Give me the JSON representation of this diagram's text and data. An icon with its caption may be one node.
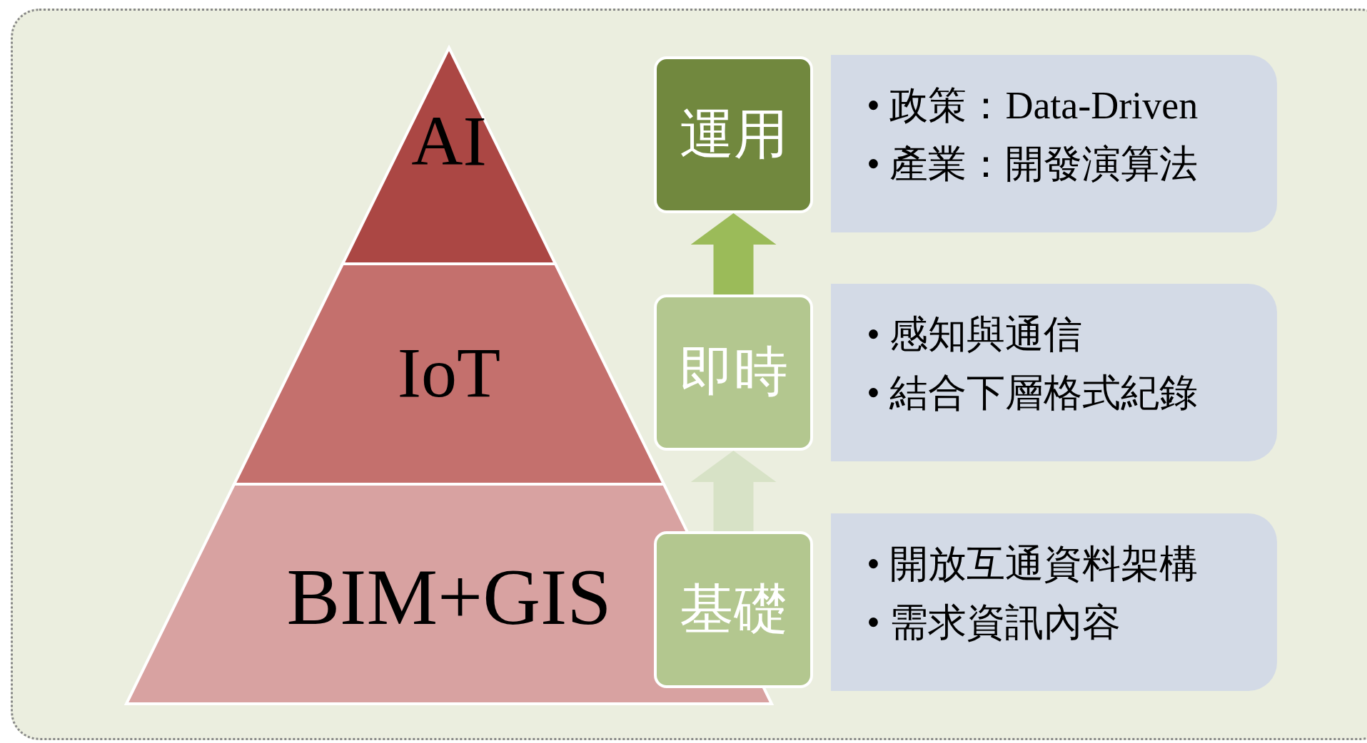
{
  "diagram": {
    "nodes": [
      {
        "text": [
          "AI"
        ]
      },
      {
        "text": [
          "IoT"
        ]
      },
      {
        "text": [
          "BIM+GIS"
        ]
      },
      {
        "text": [
          "運用"
        ]
      },
      {
        "text": [
          "• 政策：Data-Driven",
          "• 產業：開發演算法"
        ]
      },
      {
        "text": [
          "即時"
        ]
      },
      {
        "text": [
          "• 感知與通信",
          "• 結合下層格式紀錄"
        ]
      },
      {
        "text": [
          "基礎"
        ]
      },
      {
        "text": [
          "• 開放互通資料架構",
          "• 需求資訊內容"
        ]
      }
    ],
    "edges": [
      {
        "from": 7,
        "to": 5,
        "arrow": "to",
        "color": "#d7e2c6"
      },
      {
        "from": 5,
        "to": 3,
        "arrow": "to",
        "color": "#9bbb59"
      }
    ]
  }
}
